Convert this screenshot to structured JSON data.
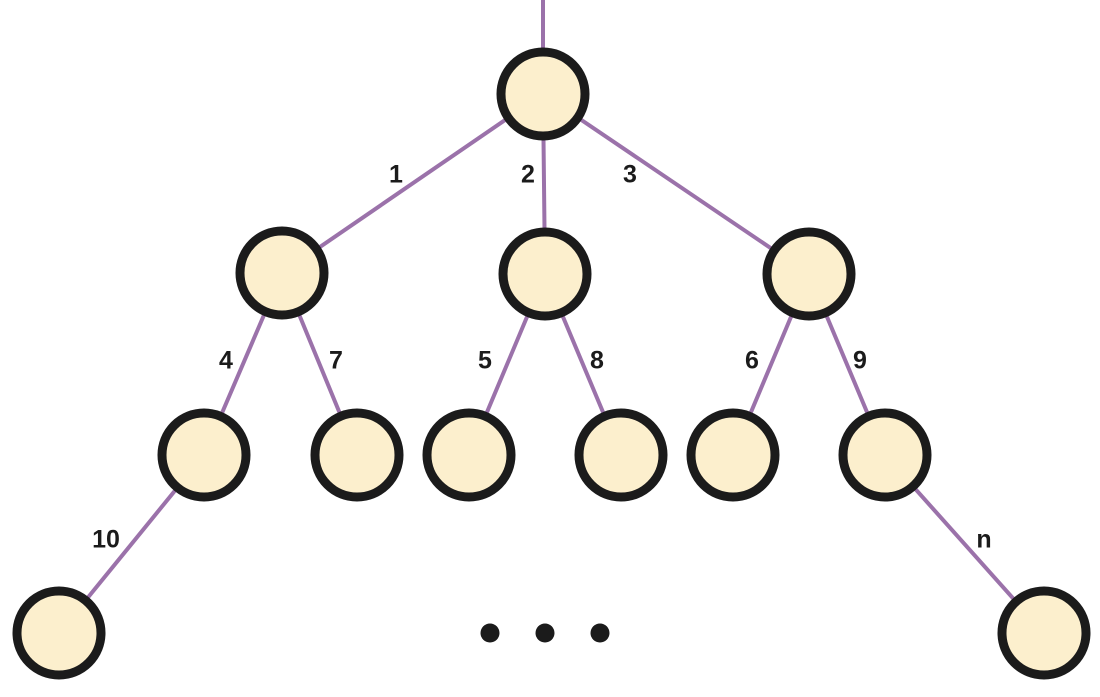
{
  "diagram": {
    "type": "tree",
    "colors": {
      "edge": "#9b72aa",
      "node_fill": "#fcefcd",
      "node_stroke": "#1b1b1b",
      "text": "#1b1b1b",
      "background": "#ffffff"
    },
    "nodes": [
      {
        "id": "root"
      },
      {
        "id": "a"
      },
      {
        "id": "b"
      },
      {
        "id": "c"
      },
      {
        "id": "a1"
      },
      {
        "id": "a2"
      },
      {
        "id": "b1"
      },
      {
        "id": "b2"
      },
      {
        "id": "c1"
      },
      {
        "id": "c2"
      },
      {
        "id": "a1x"
      },
      {
        "id": "c2x"
      }
    ],
    "edges": [
      {
        "from": "root",
        "to": "a",
        "label": "1"
      },
      {
        "from": "root",
        "to": "b",
        "label": "2"
      },
      {
        "from": "root",
        "to": "c",
        "label": "3"
      },
      {
        "from": "a",
        "to": "a1",
        "label": "4"
      },
      {
        "from": "b",
        "to": "b1",
        "label": "5"
      },
      {
        "from": "c",
        "to": "c1",
        "label": "6"
      },
      {
        "from": "a",
        "to": "a2",
        "label": "7"
      },
      {
        "from": "b",
        "to": "b2",
        "label": "8"
      },
      {
        "from": "c",
        "to": "c2",
        "label": "9"
      },
      {
        "from": "a1",
        "to": "a1x",
        "label": "10"
      },
      {
        "from": "c2",
        "to": "c2x",
        "label": "n"
      }
    ],
    "has_incoming_root_edge": true,
    "ellipsis": "..."
  }
}
